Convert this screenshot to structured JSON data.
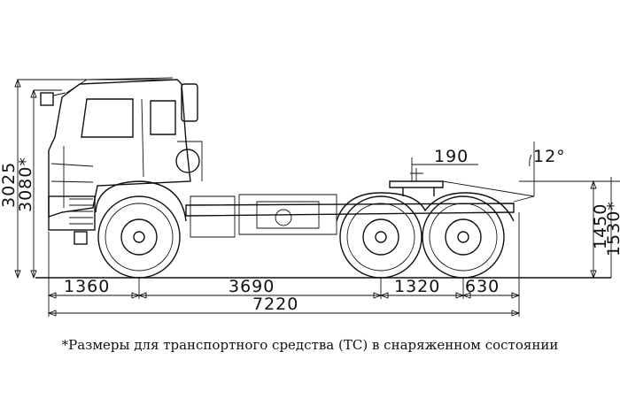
{
  "dimensions": {
    "front_overhang": "1360",
    "wheelbase_front_mid": "3690",
    "tandem_spacing": "1320",
    "rear_overhang": "630",
    "overall_length": "7220",
    "height_cab": "3025",
    "height_max": "3080*",
    "fifth_wheel_offset": "190",
    "ramp_angle": "12°",
    "coupling_height": "1450",
    "coupling_height_loaded": "1530*"
  },
  "footnote": "*Размеры для транспортного средства (ТС) в снаряженном состоянии"
}
